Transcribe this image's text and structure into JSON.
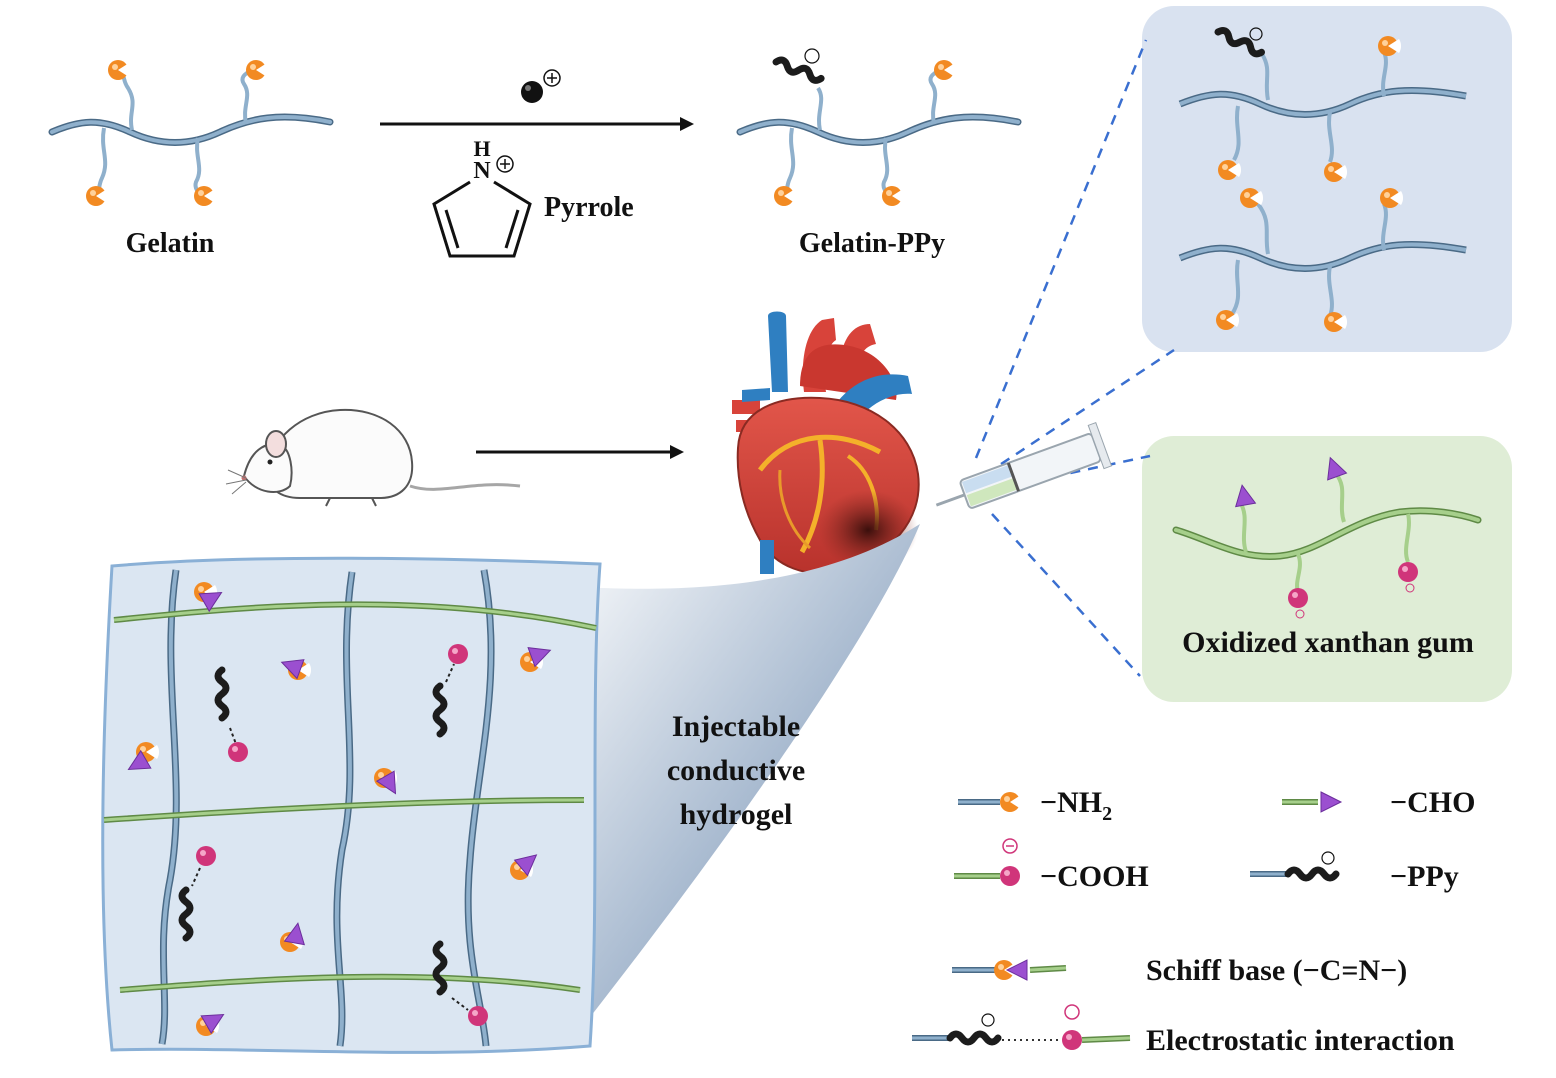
{
  "labels": {
    "gelatin": "Gelatin",
    "pyrrole": "Pyrrole",
    "gelatin_ppy": "Gelatin-PPy",
    "oxidized_xanthan_gum": "Oxidized xanthan gum",
    "hydrogel_line1": "Injectable",
    "hydrogel_line2": "conductive",
    "hydrogel_line3": "hydrogel"
  },
  "pyrrole_atoms": {
    "h": "H",
    "n": "N"
  },
  "legend": {
    "nh2": "−NH",
    "nh2_sub": "2",
    "cho": "−CHO",
    "cooh": "−COOH",
    "ppy": "−PPy",
    "schiff_base": "Schiff base (−C=N−)",
    "electrostatic": "Electrostatic interaction"
  },
  "colors": {
    "gelatin_chain": "#8fb0cc",
    "gelatin_chain_dark": "#4a6a86",
    "xanthan_chain": "#a6cf8b",
    "xanthan_chain_dark": "#5f8a46",
    "amine_group": "#f28a22",
    "aldehyde_group": "#9b4fd0",
    "carboxyl_group": "#d0357a",
    "ppy_chain": "#1c1c1c",
    "gelatin_panel": "#d9e2f0",
    "xanthan_panel": "#dfedd6",
    "hydrogel_panel": "#dbe6f2",
    "dashed_leader": "#3a6fd0",
    "heart_red": "#d8433a",
    "vessel_blue": "#2f7fc1"
  },
  "icons": [
    "mouse-icon",
    "heart-icon",
    "syringe-icon",
    "oxidant-icon"
  ]
}
